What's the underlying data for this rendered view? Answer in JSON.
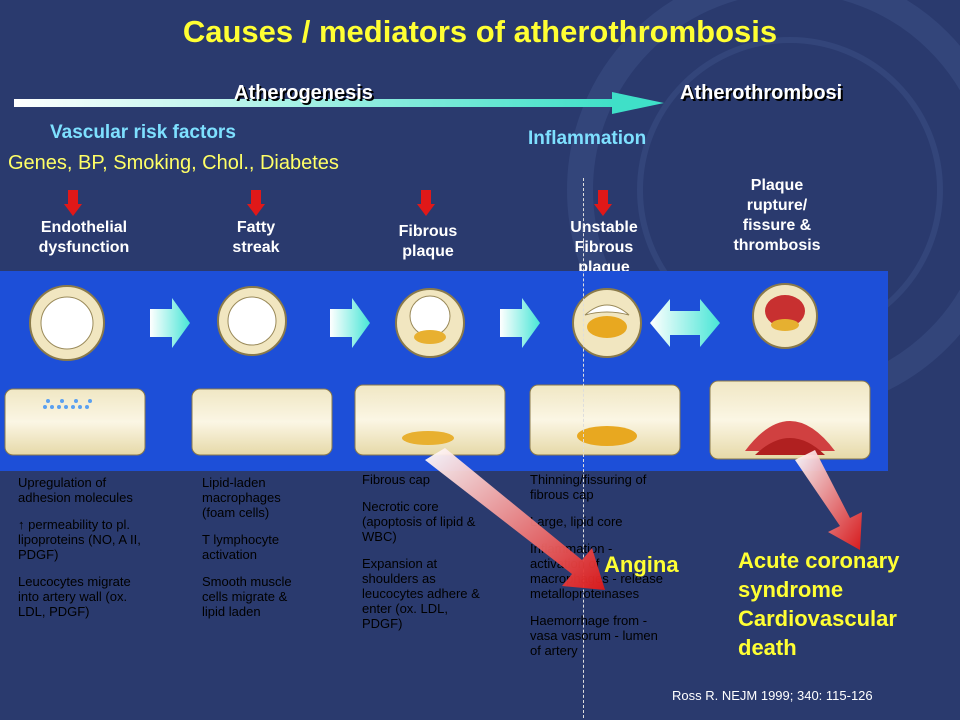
{
  "title": "Causes / mediators of atherothrombosis",
  "phases": {
    "left": "Atherogenesis",
    "right": "Atherothrombosi"
  },
  "risk": {
    "heading": "Vascular risk factors",
    "items": "Genes, BP, Smoking, Chol., Diabetes"
  },
  "inflammation": "Inflammation",
  "stages": [
    [
      "Endothelial",
      "dysfunction"
    ],
    [
      "Fatty",
      "streak"
    ],
    [
      "Fibrous",
      "plaque"
    ],
    [
      "Unstable",
      "Fibrous",
      "plaque"
    ],
    [
      "Plaque",
      "rupture/",
      "fissure &",
      "thrombosis"
    ]
  ],
  "descriptions": {
    "col1": [
      "Upregulation of adhesion molecules",
      "↑ permeability to pl. lipoproteins (NO, A II, PDGF)",
      "Leucocytes migrate into artery wall (ox. LDL, PDGF)"
    ],
    "col2": [
      "Lipid-laden macrophages (foam cells)",
      "T lymphocyte activation",
      "Smooth muscle cells migrate & lipid laden"
    ],
    "col3": [
      "Fibrous cap",
      "Necrotic core (apoptosis of lipid & WBC)",
      "Expansion at shoulders as leucocytes adhere & enter (ox. LDL, PDGF)"
    ],
    "col4": [
      "Thinning/fissuring of fibrous cap",
      "Large, lipid core",
      "Inflammation - activation of macrophages - release metalloproteinases",
      "Haemorrhage from - vasa vasorum - lumen of artery"
    ]
  },
  "outcomes": {
    "angina": "Angina",
    "acs": [
      "Acute coronary",
      "syndrome",
      "Cardiovascular",
      "death"
    ]
  },
  "reference": "Ross R. NEJM 1999; 340: 115-126",
  "colors": {
    "title": "#ffff33",
    "background": "#2a3a6e",
    "band": "#1d4fd8",
    "cyan": "#7ee0ff",
    "red": "#e01818"
  }
}
